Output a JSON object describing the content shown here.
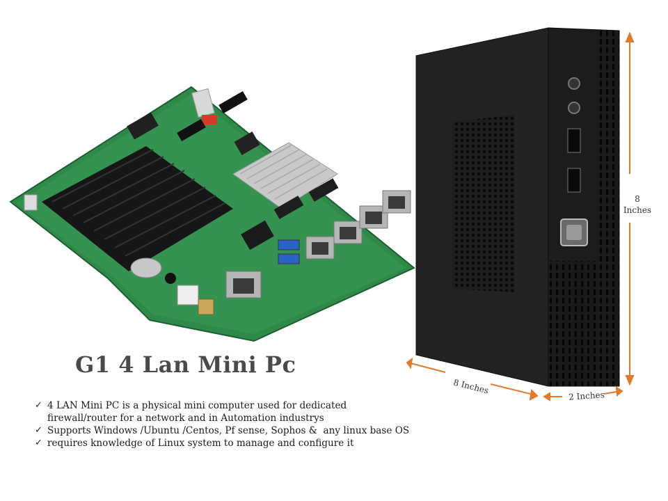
{
  "product": {
    "title": "G1 4 Lan Mini Pc"
  },
  "features": [
    {
      "icon": "check-icon",
      "text": "4 LAN Mini PC is a physical mini computer used for dedicated\nfirewall/router for a network and in Automation industrys"
    },
    {
      "icon": "check-icon",
      "text": "Supports Windows /Ubuntu /Centos, Pf sense, Sophos &  any linux base OS"
    },
    {
      "icon": "check-icon",
      "text": "requires knowledge of Linux system to manage and configure it"
    }
  ],
  "dimensions": {
    "height_value": "8",
    "height_unit": "Inches",
    "depth_label": "8 Inches",
    "width_label": "2 Inches",
    "arrow_color": "#e07b2e"
  },
  "colors": {
    "pcb_green": "#2f8a4a",
    "case_black": "#1c1c1c",
    "lan_port": "#b5b5b5",
    "usb_blue": "#2a62c8"
  }
}
